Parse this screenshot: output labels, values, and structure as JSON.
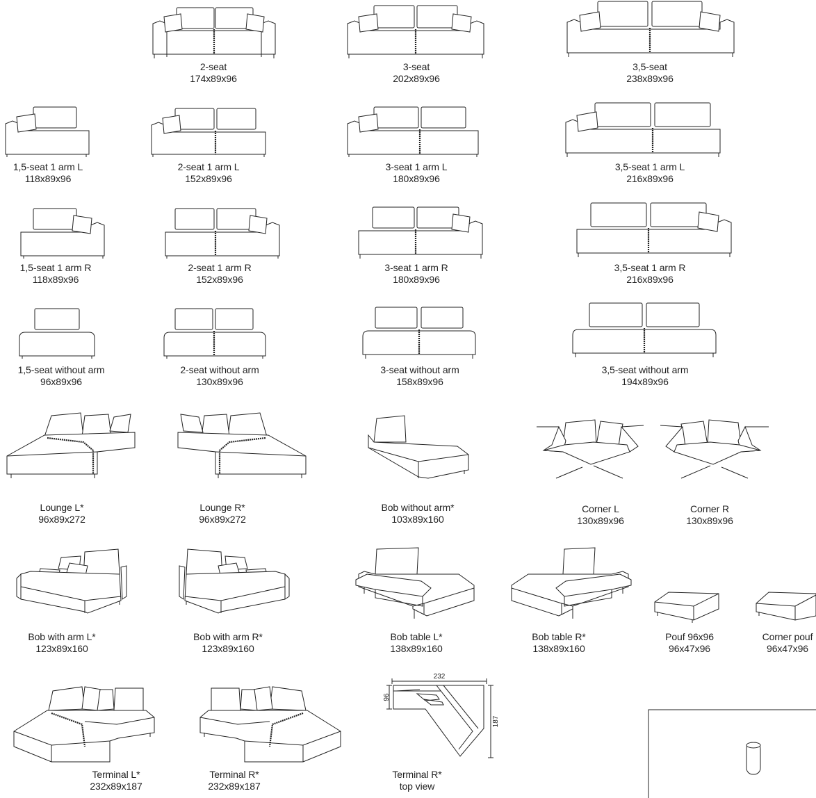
{
  "items": [
    {
      "name": "2-seat",
      "size": "174x89x96"
    },
    {
      "name": "3-seat",
      "size": "202x89x96"
    },
    {
      "name": "3,5-seat",
      "size": "238x89x96"
    },
    {
      "name": "1,5-seat 1 arm L",
      "size": "118x89x96"
    },
    {
      "name": "2-seat 1 arm L",
      "size": "152x89x96"
    },
    {
      "name": "3-seat 1 arm L",
      "size": "180x89x96"
    },
    {
      "name": "3,5-seat 1 arm L",
      "size": "216x89x96"
    },
    {
      "name": "1,5-seat 1 arm R",
      "size": "118x89x96"
    },
    {
      "name": "2-seat 1 arm R",
      "size": "152x89x96"
    },
    {
      "name": "3-seat 1 arm R",
      "size": "180x89x96"
    },
    {
      "name": "3,5-seat 1 arm R",
      "size": "216x89x96"
    },
    {
      "name": "1,5-seat without arm",
      "size": "96x89x96"
    },
    {
      "name": "2-seat without arm",
      "size": "130x89x96"
    },
    {
      "name": "3-seat without arm",
      "size": "158x89x96"
    },
    {
      "name": "3,5-seat without arm",
      "size": "194x89x96"
    },
    {
      "name": "Lounge L*",
      "size": "96x89x272"
    },
    {
      "name": "Lounge R*",
      "size": "96x89x272"
    },
    {
      "name": "Bob without arm*",
      "size": "103x89x160"
    },
    {
      "name": "Corner L",
      "size": "130x89x96"
    },
    {
      "name": "Corner R",
      "size": "130x89x96"
    },
    {
      "name": "Bob with arm L*",
      "size": "123x89x160"
    },
    {
      "name": "Bob with arm R*",
      "size": "123x89x160"
    },
    {
      "name": "Bob table L*",
      "size": "138x89x160"
    },
    {
      "name": "Bob table R*",
      "size": "138x89x160"
    },
    {
      "name": "Pouf 96x96",
      "size": "96x47x96"
    },
    {
      "name": "Corner pouf",
      "size": "96x47x96"
    },
    {
      "name": "Terminal L*",
      "size": "232x89x187"
    },
    {
      "name": "Terminal R*",
      "size": "232x89x187"
    },
    {
      "name": "Terminal R*",
      "size": "top view"
    }
  ],
  "topview_dims": {
    "width": "232",
    "depth": "96",
    "length": "187"
  }
}
